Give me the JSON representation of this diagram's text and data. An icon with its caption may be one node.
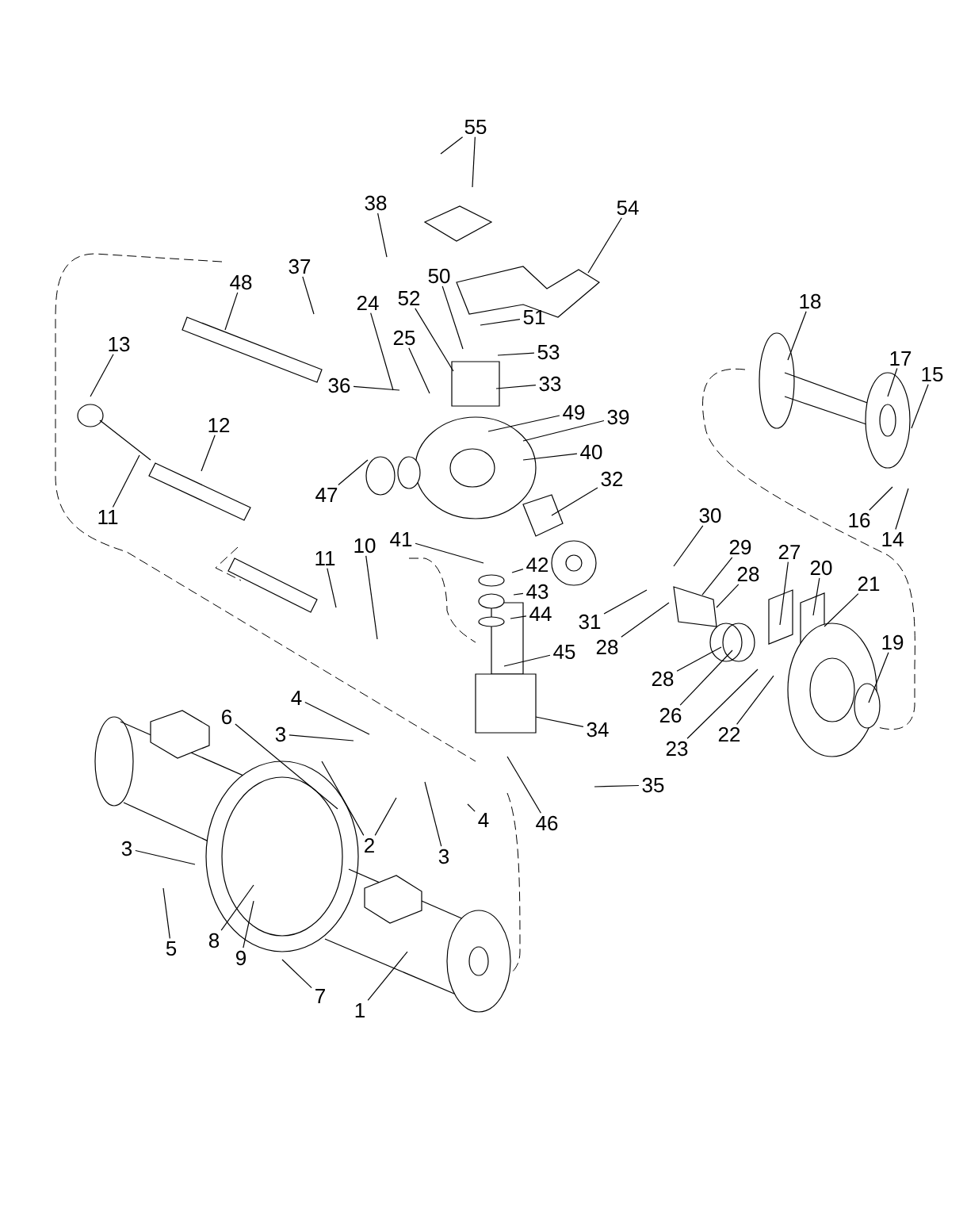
{
  "diagram": {
    "nodes": [
      {
        "text": [
          "55"
        ]
      },
      {
        "text": [
          "38"
        ]
      },
      {
        "text": [
          "54"
        ]
      },
      {
        "text": [
          "37"
        ]
      },
      {
        "text": [
          "48"
        ]
      },
      {
        "text": [
          "50"
        ]
      },
      {
        "text": [
          "52"
        ]
      },
      {
        "text": [
          "18"
        ]
      },
      {
        "text": [
          "24"
        ]
      },
      {
        "text": [
          "51"
        ]
      },
      {
        "text": [
          "25"
        ]
      },
      {
        "text": [
          "13"
        ]
      },
      {
        "text": [
          "53"
        ]
      },
      {
        "text": [
          "17"
        ]
      },
      {
        "text": [
          "15"
        ]
      },
      {
        "text": [
          "36"
        ]
      },
      {
        "text": [
          "33"
        ]
      },
      {
        "text": [
          "49"
        ]
      },
      {
        "text": [
          "39"
        ]
      },
      {
        "text": [
          "12"
        ]
      },
      {
        "text": [
          "40"
        ]
      },
      {
        "text": [
          "32"
        ]
      },
      {
        "text": [
          "47"
        ]
      },
      {
        "text": [
          "30"
        ]
      },
      {
        "text": [
          "11"
        ]
      },
      {
        "text": [
          "16"
        ]
      },
      {
        "text": [
          "14"
        ]
      },
      {
        "text": [
          "41"
        ]
      },
      {
        "text": [
          "10"
        ]
      },
      {
        "text": [
          "29"
        ]
      },
      {
        "text": [
          "27"
        ]
      },
      {
        "text": [
          "11"
        ]
      },
      {
        "text": [
          "20"
        ]
      },
      {
        "text": [
          "42"
        ]
      },
      {
        "text": [
          "28"
        ]
      },
      {
        "text": [
          "21"
        ]
      },
      {
        "text": [
          "43"
        ]
      },
      {
        "text": [
          "44"
        ]
      },
      {
        "text": [
          "31"
        ]
      },
      {
        "text": [
          "45"
        ]
      },
      {
        "text": [
          "19"
        ]
      },
      {
        "text": [
          "28"
        ]
      },
      {
        "text": [
          "28"
        ]
      },
      {
        "text": [
          "4"
        ]
      },
      {
        "text": [
          "26"
        ]
      },
      {
        "text": [
          "6"
        ]
      },
      {
        "text": [
          "34"
        ]
      },
      {
        "text": [
          "22"
        ]
      },
      {
        "text": [
          "3"
        ]
      },
      {
        "text": [
          "23"
        ]
      },
      {
        "text": [
          "4"
        ]
      },
      {
        "text": [
          "35"
        ]
      },
      {
        "text": [
          "46"
        ]
      },
      {
        "text": [
          "2"
        ]
      },
      {
        "text": [
          "3"
        ]
      },
      {
        "text": [
          "3"
        ]
      },
      {
        "text": [
          "5"
        ]
      },
      {
        "text": [
          "8"
        ]
      },
      {
        "text": [
          "9"
        ]
      },
      {
        "text": [
          "7"
        ]
      },
      {
        "text": [
          "1"
        ]
      }
    ],
    "edges": [
      {
        "from": 0,
        "to": null,
        "arrow": "none"
      },
      {
        "from": 0,
        "to": null,
        "arrow": "none"
      },
      {
        "from": 1,
        "to": null,
        "arrow": "none"
      },
      {
        "from": 2,
        "to": null,
        "arrow": "none"
      },
      {
        "from": 3,
        "to": null,
        "arrow": "none"
      },
      {
        "from": 4,
        "to": null,
        "arrow": "none"
      },
      {
        "from": 5,
        "to": null,
        "arrow": "none"
      },
      {
        "from": 6,
        "to": null,
        "arrow": "none"
      },
      {
        "from": 7,
        "to": null,
        "arrow": "none"
      },
      {
        "from": 8,
        "to": null,
        "arrow": "none"
      },
      {
        "from": 9,
        "to": null,
        "arrow": "none"
      },
      {
        "from": 10,
        "to": null,
        "arrow": "none"
      },
      {
        "from": 11,
        "to": null,
        "arrow": "none"
      },
      {
        "from": 12,
        "to": null,
        "arrow": "none"
      },
      {
        "from": 13,
        "to": null,
        "arrow": "none"
      },
      {
        "from": 14,
        "to": null,
        "arrow": "none"
      },
      {
        "from": 15,
        "to": null,
        "arrow": "none"
      },
      {
        "from": 16,
        "to": null,
        "arrow": "none"
      },
      {
        "from": 17,
        "to": null,
        "arrow": "none"
      },
      {
        "from": 18,
        "to": null,
        "arrow": "none"
      },
      {
        "from": 19,
        "to": null,
        "arrow": "none"
      },
      {
        "from": 20,
        "to": null,
        "arrow": "none"
      },
      {
        "from": 21,
        "to": null,
        "arrow": "none"
      },
      {
        "from": 22,
        "to": null,
        "arrow": "none"
      },
      {
        "from": 23,
        "to": null,
        "arrow": "none"
      },
      {
        "from": 24,
        "to": null,
        "arrow": "none"
      },
      {
        "from": 25,
        "to": null,
        "arrow": "none"
      },
      {
        "from": 26,
        "to": null,
        "arrow": "none"
      },
      {
        "from": 27,
        "to": null,
        "arrow": "none"
      },
      {
        "from": 28,
        "to": null,
        "arrow": "none"
      },
      {
        "from": 29,
        "to": null,
        "arrow": "none"
      },
      {
        "from": 30,
        "to": null,
        "arrow": "none"
      },
      {
        "from": 31,
        "to": null,
        "arrow": "none"
      },
      {
        "from": 32,
        "to": null,
        "arrow": "none"
      },
      {
        "from": 33,
        "to": null,
        "arrow": "none"
      },
      {
        "from": 34,
        "to": null,
        "arrow": "none"
      },
      {
        "from": 35,
        "to": null,
        "arrow": "none"
      },
      {
        "from": 36,
        "to": null,
        "arrow": "none"
      },
      {
        "from": 37,
        "to": null,
        "arrow": "none"
      },
      {
        "from": 38,
        "to": null,
        "arrow": "none"
      },
      {
        "from": 39,
        "to": null,
        "arrow": "none"
      },
      {
        "from": 40,
        "to": null,
        "arrow": "none"
      },
      {
        "from": 41,
        "to": null,
        "arrow": "none"
      },
      {
        "from": 42,
        "to": null,
        "arrow": "none"
      },
      {
        "from": 43,
        "to": null,
        "arrow": "none"
      },
      {
        "from": 44,
        "to": null,
        "arrow": "none"
      },
      {
        "from": 45,
        "to": null,
        "arrow": "none"
      },
      {
        "from": 46,
        "to": null,
        "arrow": "none"
      },
      {
        "from": 47,
        "to": null,
        "arrow": "none"
      },
      {
        "from": 48,
        "to": null,
        "arrow": "none"
      },
      {
        "from": 49,
        "to": null,
        "arrow": "none"
      },
      {
        "from": 50,
        "to": null,
        "arrow": "none"
      },
      {
        "from": 51,
        "to": null,
        "arrow": "none"
      },
      {
        "from": 52,
        "to": null,
        "arrow": "none"
      },
      {
        "from": 53,
        "to": null,
        "arrow": "none"
      },
      {
        "from": 53,
        "to": null,
        "arrow": "none"
      },
      {
        "from": 54,
        "to": null,
        "arrow": "none"
      },
      {
        "from": 55,
        "to": null,
        "arrow": "none"
      },
      {
        "from": 56,
        "to": null,
        "arrow": "none"
      },
      {
        "from": 57,
        "to": null,
        "arrow": "none"
      },
      {
        "from": 58,
        "to": null,
        "arrow": "none"
      },
      {
        "from": 59,
        "to": null,
        "arrow": "none"
      },
      {
        "from": 60,
        "to": null,
        "arrow": "none"
      }
    ]
  }
}
